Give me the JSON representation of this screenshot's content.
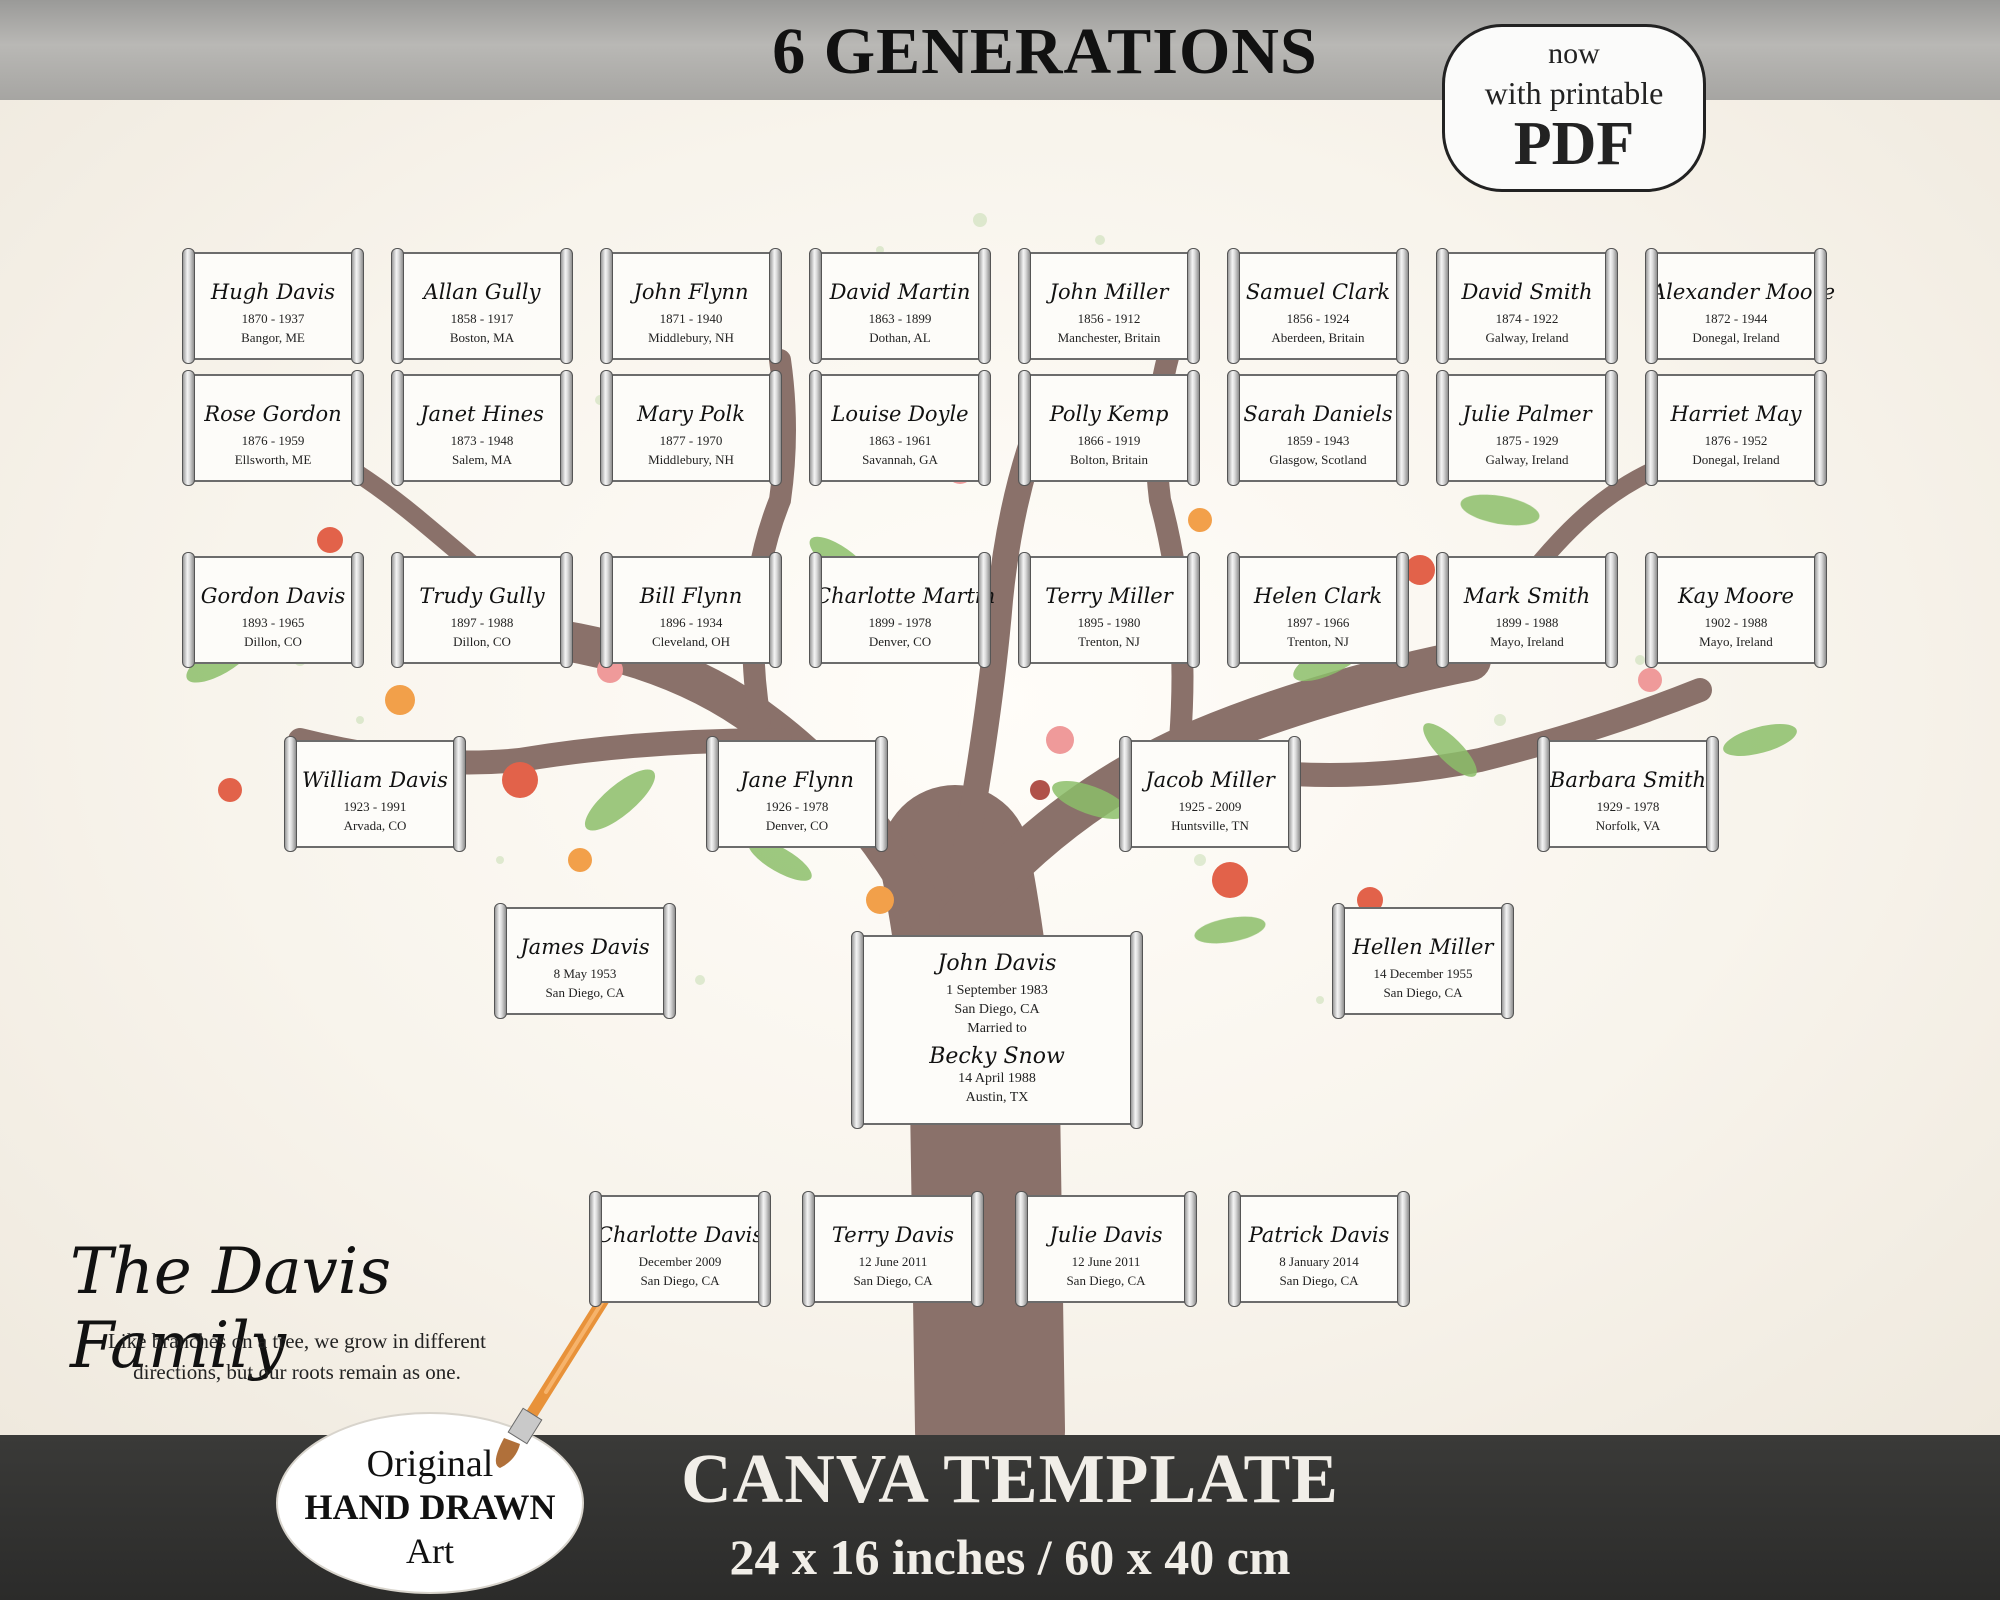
{
  "header": {
    "title": "6 GENERATIONS"
  },
  "pdf_badge": {
    "line1": "now",
    "line2": "with printable",
    "line3": "PDF"
  },
  "footer": {
    "title": "CANVA TEMPLATE",
    "size": "24 x 16 inches / 60 x 40 cm",
    "badge": {
      "line1": "Original",
      "line2": "HAND DRAWN",
      "line3": "Art"
    }
  },
  "family": {
    "name": "The Davis Family",
    "motto_line1": "Like branches on a tree, we grow in different",
    "motto_line2": "directions, but our roots remain as one."
  },
  "colors": {
    "trunk": "#8a716a",
    "leaf": "#8cbf6a",
    "flower_red": "#e2624a",
    "flower_orange": "#f2a04a",
    "flower_pink": "#ef9a9a"
  },
  "gen5": [
    {
      "name": "Hugh Davis",
      "dates": "1870 - 1937",
      "place": "Bangor, ME"
    },
    {
      "name": "Allan Gully",
      "dates": "1858 - 1917",
      "place": "Boston, MA"
    },
    {
      "name": "John Flynn",
      "dates": "1871 - 1940",
      "place": "Middlebury, NH"
    },
    {
      "name": "David Martin",
      "dates": "1863 - 1899",
      "place": "Dothan, AL"
    },
    {
      "name": "John Miller",
      "dates": "1856 - 1912",
      "place": "Manchester, Britain"
    },
    {
      "name": "Samuel Clark",
      "dates": "1856 - 1924",
      "place": "Aberdeen, Britain"
    },
    {
      "name": "David Smith",
      "dates": "1874 - 1922",
      "place": "Galway, Ireland"
    },
    {
      "name": "Alexander Moore",
      "dates": "1872 - 1944",
      "place": "Donegal, Ireland"
    }
  ],
  "gen5b": [
    {
      "name": "Rose Gordon",
      "dates": "1876 - 1959",
      "place": "Ellsworth, ME"
    },
    {
      "name": "Janet Hines",
      "dates": "1873 - 1948",
      "place": "Salem, MA"
    },
    {
      "name": "Mary Polk",
      "dates": "1877 - 1970",
      "place": "Middlebury, NH"
    },
    {
      "name": "Louise Doyle",
      "dates": "1863 - 1961",
      "place": "Savannah, GA"
    },
    {
      "name": "Polly Kemp",
      "dates": "1866 - 1919",
      "place": "Bolton, Britain"
    },
    {
      "name": "Sarah Daniels",
      "dates": "1859 - 1943",
      "place": "Glasgow, Scotland"
    },
    {
      "name": "Julie Palmer",
      "dates": "1875 - 1929",
      "place": "Galway, Ireland"
    },
    {
      "name": "Harriet May",
      "dates": "1876 - 1952",
      "place": "Donegal, Ireland"
    }
  ],
  "gen4": [
    {
      "name": "Gordon Davis",
      "dates": "1893 - 1965",
      "place": "Dillon, CO"
    },
    {
      "name": "Trudy Gully",
      "dates": "1897 - 1988",
      "place": "Dillon, CO"
    },
    {
      "name": "Bill Flynn",
      "dates": "1896 - 1934",
      "place": "Cleveland, OH"
    },
    {
      "name": "Charlotte Martin",
      "dates": "1899 - 1978",
      "place": "Denver, CO"
    },
    {
      "name": "Terry Miller",
      "dates": "1895 - 1980",
      "place": "Trenton, NJ"
    },
    {
      "name": "Helen Clark",
      "dates": "1897 - 1966",
      "place": "Trenton, NJ"
    },
    {
      "name": "Mark Smith",
      "dates": "1899 - 1988",
      "place": "Mayo, Ireland"
    },
    {
      "name": "Kay Moore",
      "dates": "1902 - 1988",
      "place": "Mayo, Ireland"
    }
  ],
  "gen3": [
    {
      "name": "William Davis",
      "dates": "1923 - 1991",
      "place": "Arvada, CO"
    },
    {
      "name": "Jane Flynn",
      "dates": "1926 - 1978",
      "place": "Denver, CO"
    },
    {
      "name": "Jacob Miller",
      "dates": "1925 - 2009",
      "place": "Huntsville, TN"
    },
    {
      "name": "Barbara Smith",
      "dates": "1929 - 1978",
      "place": "Norfolk, VA"
    }
  ],
  "gen2": [
    {
      "name": "James Davis",
      "dates": "8 May 1953",
      "place": "San Diego, CA"
    },
    {
      "name": "Hellen Miller",
      "dates": "14 December 1955",
      "place": "San Diego, CA"
    }
  ],
  "gen1": {
    "name": "John Davis",
    "dates": "1 September 1983",
    "place": "San Diego, CA",
    "married": "Married to",
    "spouse": "Becky Snow",
    "spouse_dates": "14 April 1988",
    "spouse_place": "Austin, TX"
  },
  "children": [
    {
      "name": "Charlotte Davis",
      "dates": "December 2009",
      "place": "San Diego, CA"
    },
    {
      "name": "Terry Davis",
      "dates": "12 June 2011",
      "place": "San Diego, CA"
    },
    {
      "name": "Julie Davis",
      "dates": "12 June 2011",
      "place": "San Diego, CA"
    },
    {
      "name": "Patrick Davis",
      "dates": "8 January 2014",
      "place": "San Diego, CA"
    }
  ]
}
